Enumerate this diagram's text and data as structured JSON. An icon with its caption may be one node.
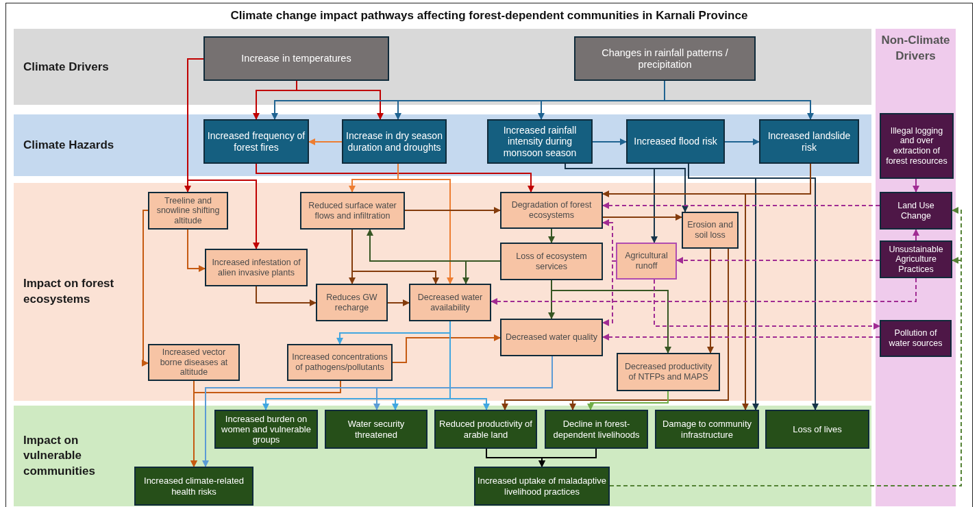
{
  "diagram": {
    "title": "Climate change impact pathways affecting forest-dependent communities in Karnali Province",
    "nodes": [
      {
        "text": [
          "Climate Drivers"
        ]
      },
      {
        "text": [
          "Climate Hazards"
        ]
      },
      {
        "text": [
          "Impact on forest ecosystems"
        ]
      },
      {
        "text": [
          "Impact on vulnerable communities"
        ]
      },
      {
        "text": [
          "Non-Climate Drivers"
        ]
      },
      {
        "text": [
          "Increase in temperatures"
        ],
        "in": 0
      },
      {
        "text": [
          "Changes in rainfall patterns / precipitation"
        ],
        "in": 0
      },
      {
        "text": [
          "Increased frequency of forest fires"
        ],
        "in": 1
      },
      {
        "text": [
          "Increase in dry season duration and droughts"
        ],
        "in": 1
      },
      {
        "text": [
          "Increased rainfall intensity during monsoon season"
        ],
        "in": 1
      },
      {
        "text": [
          "Increased flood risk"
        ],
        "in": 1
      },
      {
        "text": [
          "Increased landslide risk"
        ],
        "in": 1
      },
      {
        "text": [
          "Illegal logging and over extraction of forest resources"
        ],
        "in": 4
      },
      {
        "text": [
          "Treeline and snowline shifting altitude"
        ],
        "in": 2
      },
      {
        "text": [
          "Reduced surface water flows and infiltration"
        ],
        "in": 2
      },
      {
        "text": [
          "Degradation of forest ecosystems"
        ],
        "in": 2
      },
      {
        "text": [
          "Erosion and soil loss"
        ],
        "in": 2
      },
      {
        "text": [
          "Land Use Change"
        ],
        "in": 4
      },
      {
        "text": [
          "Increased infestation of alien invasive plants"
        ],
        "in": 2
      },
      {
        "text": [
          "Loss of ecosystem services"
        ],
        "in": 2
      },
      {
        "text": [
          "Agricultural runoff"
        ],
        "in": 2
      },
      {
        "text": [
          "Unsustainable Agriculture Practices"
        ],
        "in": 4
      },
      {
        "text": [
          "Reduces GW recharge"
        ],
        "in": 2
      },
      {
        "text": [
          "Decreased water availability"
        ],
        "in": 2
      },
      {
        "text": [
          "Increased vector borne diseases at altitude"
        ],
        "in": 2
      },
      {
        "text": [
          "Increased concentrations of pathogens/pollutants"
        ],
        "in": 2
      },
      {
        "text": [
          "Decreased water quality"
        ],
        "in": 2
      },
      {
        "text": [
          "Pollution of water sources"
        ],
        "in": 4
      },
      {
        "text": [
          "Decreased productivity of NTFPs and MAPS"
        ],
        "in": 2
      },
      {
        "text": [
          "Increased burden on women and vulnerable groups"
        ],
        "in": 3
      },
      {
        "text": [
          "Water security threatened"
        ],
        "in": 3
      },
      {
        "text": [
          "Reduced productivity of arable land"
        ],
        "in": 3
      },
      {
        "text": [
          "Decline in forest-dependent livelihoods"
        ],
        "in": 3
      },
      {
        "text": [
          "Damage to community infrastructure"
        ],
        "in": 3
      },
      {
        "text": [
          "Loss of lives"
        ],
        "in": 3
      },
      {
        "text": [
          "Increased climate-related health risks"
        ],
        "in": 3
      },
      {
        "text": [
          "Increased uptake of maladaptive livelihood practices"
        ],
        "in": 3
      }
    ],
    "edges": [
      {
        "from": 5,
        "to": 13,
        "arrow": "to",
        "color": "#c00000"
      },
      {
        "from": 5,
        "to": 18,
        "arrow": "to",
        "color": "#c00000"
      },
      {
        "from": 5,
        "to": 7,
        "arrow": "to",
        "color": "#c00000"
      },
      {
        "from": 5,
        "to": 8,
        "arrow": "to",
        "color": "#c00000"
      },
      {
        "from": 6,
        "to": 7,
        "arrow": "to",
        "color": "#1f6391"
      },
      {
        "from": 6,
        "to": 8,
        "arrow": "to",
        "color": "#1f6391"
      },
      {
        "from": 6,
        "to": 9,
        "arrow": "to",
        "color": "#1f6391"
      },
      {
        "from": 6,
        "to": 11,
        "arrow": "to",
        "color": "#1f6391"
      },
      {
        "from": 9,
        "to": 10,
        "arrow": "to",
        "color": "#1f6391"
      },
      {
        "from": 10,
        "to": 11,
        "arrow": "to",
        "color": "#1f6391"
      },
      {
        "from": 8,
        "to": 7,
        "arrow": "to",
        "color": "#ed7d31"
      },
      {
        "from": 7,
        "to": 15,
        "arrow": "to",
        "color": "#c00000"
      },
      {
        "from": 8,
        "to": 14,
        "arrow": "to",
        "color": "#ed7d31"
      },
      {
        "from": 8,
        "to": 23,
        "arrow": "to",
        "color": "#ed7d31"
      },
      {
        "from": 9,
        "to": 16,
        "arrow": "to",
        "color": "#17344a"
      },
      {
        "from": 9,
        "to": 20,
        "arrow": "to",
        "color": "#17344a"
      },
      {
        "from": 10,
        "to": 33,
        "arrow": "to",
        "color": "#17344a"
      },
      {
        "from": 10,
        "to": 34,
        "arrow": "to",
        "color": "#17344a"
      },
      {
        "from": 11,
        "to": 15,
        "arrow": "to"
      },
      {
        "from": 11,
        "to": 33,
        "arrow": "to"
      },
      {
        "from": 14,
        "to": 15,
        "arrow": "to"
      },
      {
        "from": 14,
        "to": 22,
        "arrow": "to"
      },
      {
        "from": 14,
        "to": 23,
        "arrow": "to"
      },
      {
        "from": 18,
        "to": 22,
        "arrow": "to"
      },
      {
        "from": 22,
        "to": 23,
        "arrow": "to"
      },
      {
        "from": 15,
        "to": 16,
        "arrow": "to"
      },
      {
        "from": 16,
        "to": 28,
        "arrow": "to"
      },
      {
        "from": 16,
        "to": 31,
        "arrow": "to"
      },
      {
        "from": 16,
        "to": 32,
        "arrow": "to"
      },
      {
        "from": 15,
        "to": 19,
        "arrow": "to",
        "color": "#375623"
      },
      {
        "from": 19,
        "to": 14,
        "arrow": "to",
        "color": "#375623"
      },
      {
        "from": 19,
        "to": 23,
        "arrow": "to",
        "color": "#375623"
      },
      {
        "from": 19,
        "to": 26,
        "arrow": "to",
        "color": "#375623"
      },
      {
        "from": 19,
        "to": 28,
        "arrow": "to",
        "color": "#375623"
      },
      {
        "from": 28,
        "to": 32,
        "arrow": "to",
        "color": "#70ad47"
      },
      {
        "from": 13,
        "to": 18,
        "arrow": "to",
        "color": "#c55a11"
      },
      {
        "from": 13,
        "to": 24,
        "arrow": "to",
        "color": "#c55a11"
      },
      {
        "from": 24,
        "to": 35,
        "arrow": "to",
        "color": "#c55a11"
      },
      {
        "from": 25,
        "to": 35,
        "arrow": "to",
        "color": "#c55a11"
      },
      {
        "from": 25,
        "to": 26,
        "arrow": "to",
        "color": "#c55a11"
      },
      {
        "from": 23,
        "to": 25,
        "arrow": "to",
        "color": "#41a6e0"
      },
      {
        "from": 23,
        "to": 29,
        "arrow": "to",
        "color": "#41a6e0"
      },
      {
        "from": 23,
        "to": 30,
        "arrow": "to",
        "color": "#41a6e0"
      },
      {
        "from": 23,
        "to": 31,
        "arrow": "to",
        "color": "#41a6e0"
      },
      {
        "from": 26,
        "to": 35,
        "arrow": "to",
        "color": "#5b9bd5"
      },
      {
        "from": 26,
        "to": 30,
        "arrow": "to",
        "color": "#5b9bd5"
      },
      {
        "from": 31,
        "to": 36,
        "arrow": "to",
        "color": "#000000"
      },
      {
        "from": 32,
        "to": 36,
        "arrow": "to",
        "color": "#000000"
      },
      {
        "from": 12,
        "to": 17,
        "arrow": "to",
        "color": "#a02b93"
      },
      {
        "from": 21,
        "to": 17,
        "arrow": "to",
        "color": "#a02b93"
      },
      {
        "from": 17,
        "to": 15,
        "arrow": "to",
        "style": "dashed",
        "color": "#a02b93"
      },
      {
        "from": 21,
        "to": 20,
        "arrow": "to",
        "style": "dashed",
        "color": "#a02b93"
      },
      {
        "from": 21,
        "to": 23,
        "arrow": "to",
        "style": "dashed",
        "color": "#a02b93"
      },
      {
        "from": 27,
        "to": 26,
        "arrow": "to",
        "style": "dashed",
        "color": "#a02b93"
      },
      {
        "from": 20,
        "to": 27,
        "arrow": "to",
        "style": "dashed",
        "color": "#a02b93"
      },
      {
        "from": 20,
        "to": 15,
        "arrow": "to",
        "style": "dashed",
        "color": "#a02b93"
      },
      {
        "from": 20,
        "to": 26,
        "arrow": "to",
        "style": "dashed",
        "color": "#a02b93"
      },
      {
        "from": 36,
        "to": 17,
        "arrow": "to",
        "style": "dashed",
        "color": "#548235"
      },
      {
        "from": 36,
        "to": 21,
        "arrow": "to",
        "style": "dashed",
        "color": "#548235"
      }
    ]
  }
}
